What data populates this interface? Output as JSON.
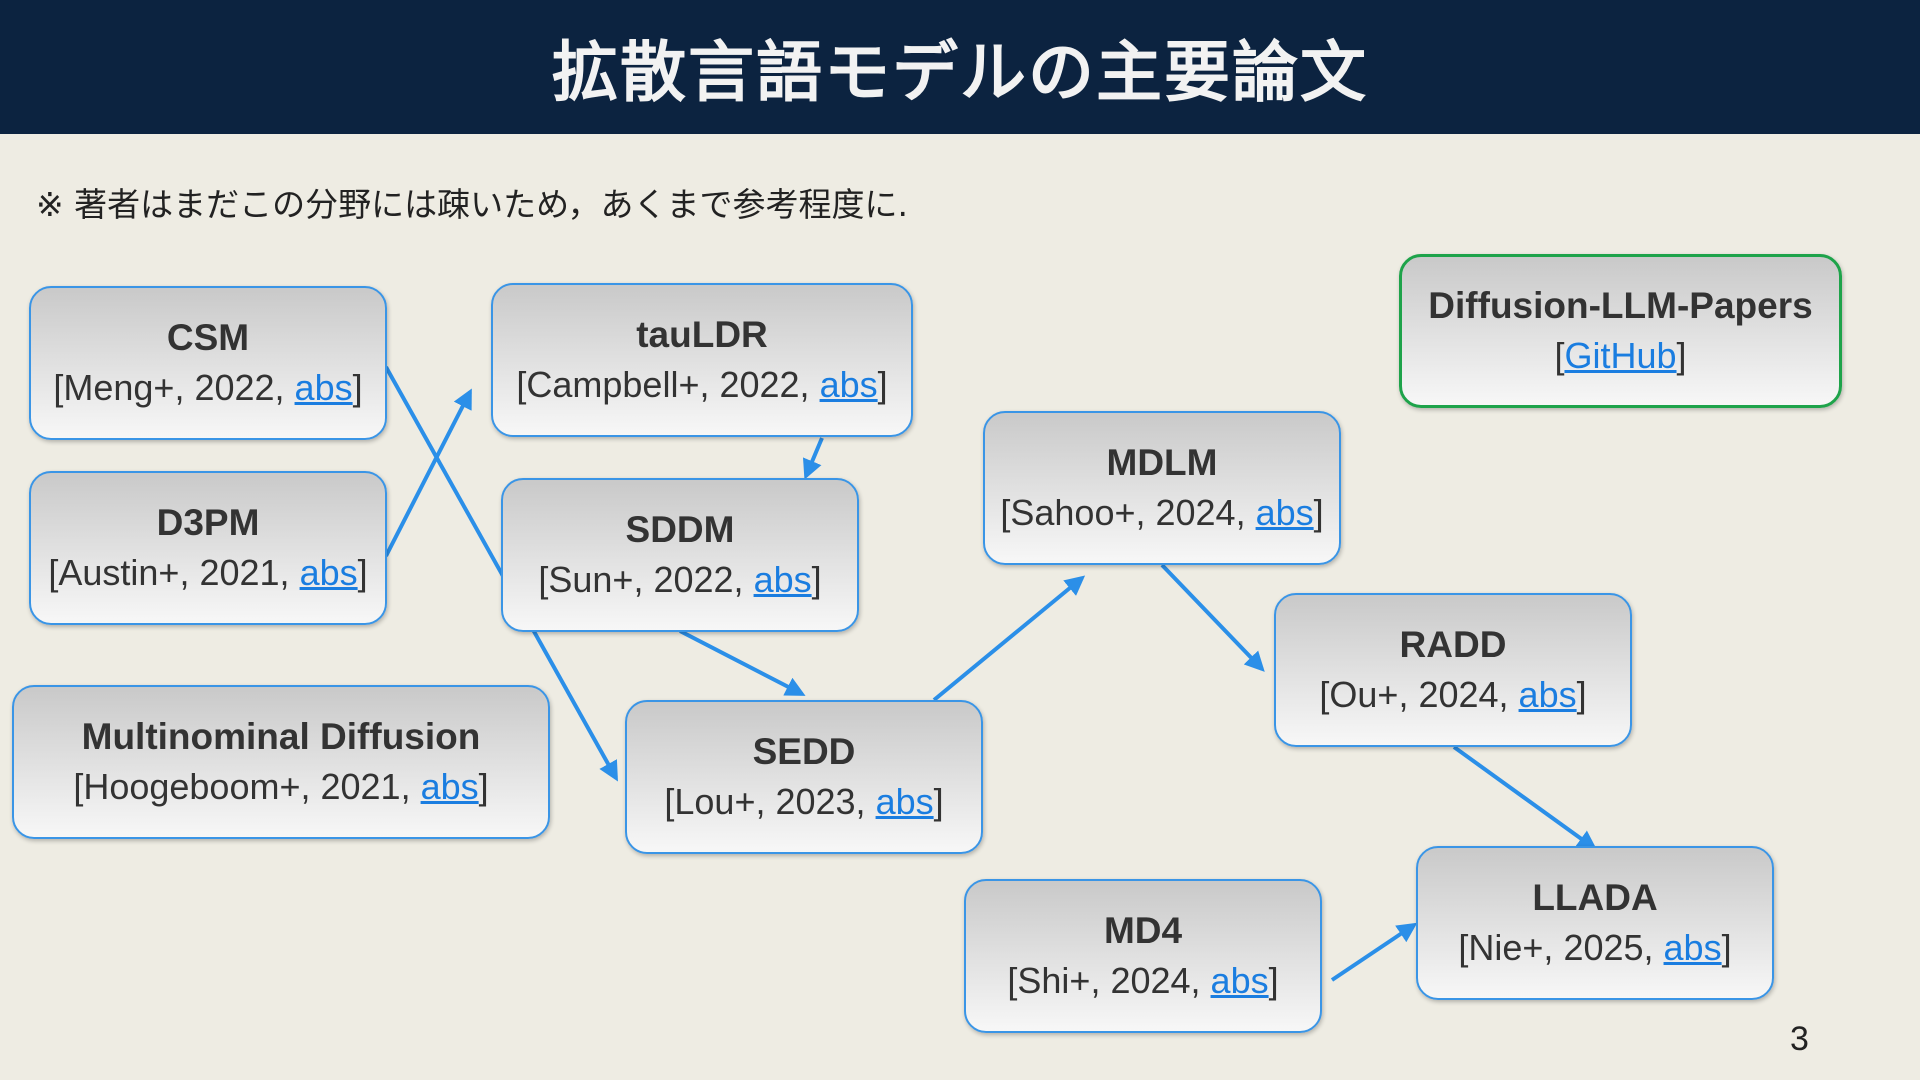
{
  "title": "拡散言語モデルの主要論文",
  "note": "※ 著者はまだこの分野には疎いため，あくまで参考程度に.",
  "page_number": "3",
  "colors": {
    "title_bg": "#0c2340",
    "box_border": "#3a95e6",
    "github_border": "#1ea34a",
    "link": "#1a7de0",
    "arrow": "#2b8fe8",
    "background": "#eeece3"
  },
  "boxes": {
    "csm": {
      "name": "CSM",
      "prefix": "[Meng+, 2022, ",
      "link": "abs",
      "suffix": "]"
    },
    "d3pm": {
      "name": "D3PM",
      "prefix": "[Austin+, 2021, ",
      "link": "abs",
      "suffix": "]"
    },
    "multi": {
      "name": "Multinominal Diffusion",
      "prefix": "[Hoogeboom+, 2021, ",
      "link": "abs",
      "suffix": "]"
    },
    "tauldr": {
      "name": "tauLDR",
      "prefix": "[Campbell+, 2022, ",
      "link": "abs",
      "suffix": "]"
    },
    "sddm": {
      "name": "SDDM",
      "prefix": "[Sun+, 2022, ",
      "link": "abs",
      "suffix": "]"
    },
    "sedd": {
      "name": "SEDD",
      "prefix": "[Lou+, 2023, ",
      "link": "abs",
      "suffix": "]"
    },
    "mdlm": {
      "name": "MDLM",
      "prefix": "[Sahoo+, 2024, ",
      "link": "abs",
      "suffix": "]"
    },
    "radd": {
      "name": "RADD",
      "prefix": "[Ou+, 2024, ",
      "link": "abs",
      "suffix": "]"
    },
    "md4": {
      "name": "MD4",
      "prefix": "[Shi+, 2024, ",
      "link": "abs",
      "suffix": "]"
    },
    "llada": {
      "name": "LLADA",
      "prefix": "[Nie+, 2025, ",
      "link": "abs",
      "suffix": "]"
    },
    "github": {
      "name": "Diffusion-LLM-Papers",
      "prefix": "[",
      "link": "GitHub",
      "suffix": "]"
    }
  },
  "edges": [
    {
      "from": "CSM",
      "to": "SEDD"
    },
    {
      "from": "D3PM",
      "to": "tauLDR"
    },
    {
      "from": "tauLDR",
      "to": "SDDM"
    },
    {
      "from": "SDDM",
      "to": "SEDD"
    },
    {
      "from": "SEDD",
      "to": "MDLM"
    },
    {
      "from": "MDLM",
      "to": "RADD"
    },
    {
      "from": "RADD",
      "to": "LLADA"
    },
    {
      "from": "MD4",
      "to": "LLADA"
    }
  ]
}
